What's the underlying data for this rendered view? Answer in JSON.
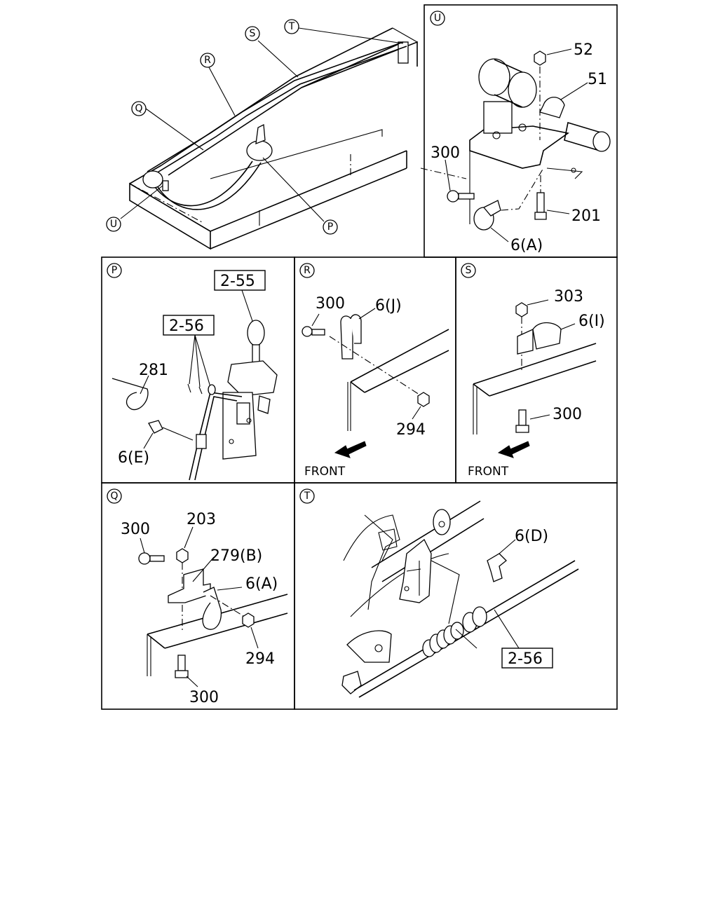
{
  "callouts": {
    "P": "P",
    "Q": "Q",
    "R": "R",
    "S": "S",
    "T": "T",
    "U": "U"
  },
  "panels": {
    "U": {
      "letter": "U",
      "parts": {
        "p52": "52",
        "p51": "51",
        "p300": "300",
        "p201": "201",
        "p6a": "6(A)"
      }
    },
    "P": {
      "letter": "P",
      "parts": {
        "ref255": "2-55",
        "ref256": "2-56",
        "p281": "281",
        "p6e": "6(E)"
      }
    },
    "R": {
      "letter": "R",
      "parts": {
        "p300": "300",
        "p6j": "6(J)",
        "p294": "294",
        "front": "FRONT"
      }
    },
    "S": {
      "letter": "S",
      "parts": {
        "p303": "303",
        "p6i": "6(I)",
        "p300": "300",
        "front": "FRONT"
      }
    },
    "Q": {
      "letter": "Q",
      "parts": {
        "p300a": "300",
        "p203": "203",
        "p279b": "279(B)",
        "p6a": "6(A)",
        "p294": "294",
        "p300b": "300"
      }
    },
    "T": {
      "letter": "T",
      "parts": {
        "p6d": "6(D)",
        "ref256": "2-56"
      }
    }
  }
}
